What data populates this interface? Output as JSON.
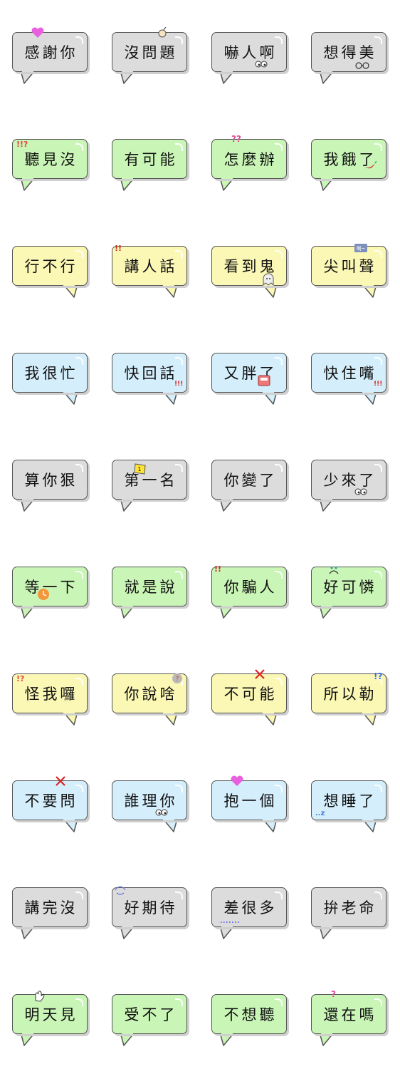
{
  "colors": {
    "gray": "#dcdcdc",
    "green": "#c9f5b6",
    "yellow": "#fbf7b5",
    "blue": "#d4eefb",
    "outline": "#555555"
  },
  "rows": [
    {
      "color": "gray",
      "items": [
        {
          "text": "感謝你",
          "tail": "left",
          "deco": "heart-icon"
        },
        {
          "text": "沒問題",
          "tail": "left",
          "deco": "ok-hand-icon"
        },
        {
          "text": "嚇人啊",
          "tail": "left",
          "deco": "eyes-icon"
        },
        {
          "text": "想得美",
          "tail": "left",
          "deco": "glasses-icon"
        }
      ]
    },
    {
      "color": "green",
      "items": [
        {
          "text": "聽見沒",
          "tail": "left",
          "deco": "exclaim-question",
          "deco_text": "!!?"
        },
        {
          "text": "有可能",
          "tail": "left",
          "deco": ""
        },
        {
          "text": "怎麼辦",
          "tail": "left",
          "deco": "question-marks",
          "deco_text": "??"
        },
        {
          "text": "我餓了",
          "tail": "left",
          "deco": "chili-icon"
        }
      ]
    },
    {
      "color": "yellow",
      "items": [
        {
          "text": "行不行",
          "tail": "right",
          "deco": ""
        },
        {
          "text": "講人話",
          "tail": "right",
          "deco": "exclaim-marks",
          "deco_text": "!!"
        },
        {
          "text": "看到鬼",
          "tail": "right",
          "deco": "ghost-icon"
        },
        {
          "text": "尖叫聲",
          "tail": "right",
          "deco": "scream-icon"
        }
      ]
    },
    {
      "color": "blue",
      "items": [
        {
          "text": "我很忙",
          "tail": "right",
          "deco": ""
        },
        {
          "text": "快回話",
          "tail": "right",
          "deco": "exclaim-marks-red",
          "deco_text": "!!!"
        },
        {
          "text": "又胖了",
          "tail": "right",
          "deco": "scale-icon"
        },
        {
          "text": "快住嘴",
          "tail": "right",
          "deco": "exclaim-marks-red",
          "deco_text": "!!!"
        }
      ]
    },
    {
      "color": "gray",
      "items": [
        {
          "text": "算你狠",
          "tail": "left",
          "deco": ""
        },
        {
          "text": "第一名",
          "tail": "left",
          "deco": "first-place-flag-icon",
          "deco_text": "1"
        },
        {
          "text": "你變了",
          "tail": "left",
          "deco": ""
        },
        {
          "text": "少來了",
          "tail": "left",
          "deco": "eyes-icon"
        }
      ]
    },
    {
      "color": "green",
      "items": [
        {
          "text": "等一下",
          "tail": "left",
          "deco": "clock-icon"
        },
        {
          "text": "就是說",
          "tail": "left",
          "deco": ""
        },
        {
          "text": "你騙人",
          "tail": "left",
          "deco": "exclaim-marks",
          "deco_text": "!!"
        },
        {
          "text": "好可憐",
          "tail": "left",
          "deco": "sad-face-icon"
        }
      ]
    },
    {
      "color": "yellow",
      "items": [
        {
          "text": "怪我囉",
          "tail": "right",
          "deco": "exclaim-question",
          "deco_text": "!?"
        },
        {
          "text": "你說啥",
          "tail": "right",
          "deco": "question-bubble-icon",
          "deco_text": "?"
        },
        {
          "text": "不可能",
          "tail": "right",
          "deco": "cross-icon"
        },
        {
          "text": "所以勒",
          "tail": "right",
          "deco": "exclaim-question-blue",
          "deco_text": "!?"
        }
      ]
    },
    {
      "color": "blue",
      "items": [
        {
          "text": "不要問",
          "tail": "right",
          "deco": "cross-icon"
        },
        {
          "text": "誰理你",
          "tail": "right",
          "deco": "eyes-icon"
        },
        {
          "text": "抱一個",
          "tail": "right",
          "deco": "heart-icon"
        },
        {
          "text": "想睡了",
          "tail": "right",
          "deco": "sleep-icon",
          "deco_text": "..z"
        }
      ]
    },
    {
      "color": "gray",
      "items": [
        {
          "text": "講完沒",
          "tail": "left",
          "deco": ""
        },
        {
          "text": "好期待",
          "tail": "left",
          "deco": "happy-face-icon"
        },
        {
          "text": "差很多",
          "tail": "left",
          "deco": "dotted-line-icon"
        },
        {
          "text": "拚老命",
          "tail": "left",
          "deco": ""
        }
      ]
    },
    {
      "color": "green",
      "items": [
        {
          "text": "明天見",
          "tail": "left",
          "deco": "wave-hand-icon"
        },
        {
          "text": "受不了",
          "tail": "left",
          "deco": ""
        },
        {
          "text": "不想聽",
          "tail": "left",
          "deco": ""
        },
        {
          "text": "還在嗎",
          "tail": "left",
          "deco": "question-marks",
          "deco_text": "?"
        }
      ]
    }
  ]
}
